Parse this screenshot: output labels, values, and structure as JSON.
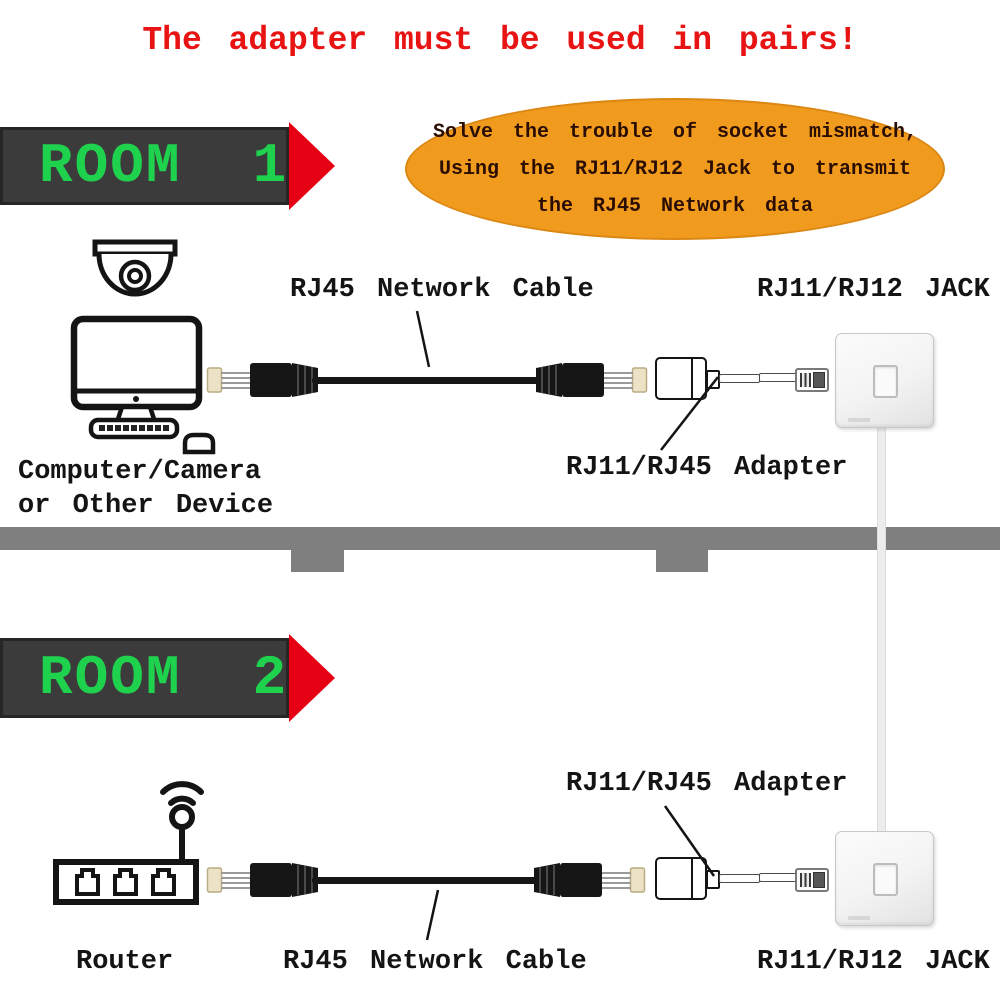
{
  "title": "The adapter must be used in pairs!",
  "bubble": {
    "line1": "Solve the trouble of socket mismatch,",
    "line2": "Using the RJ11/RJ12 Jack to transmit",
    "line3": "the RJ45 Network data"
  },
  "room1": {
    "label": "ROOM  1",
    "device_line1": "Computer/Camera",
    "device_line2": "or Other Device",
    "cable_label": "RJ45 Network Cable",
    "jack_label": "RJ11/RJ12 JACK",
    "adapter_label": "RJ11/RJ45 Adapter"
  },
  "room2": {
    "label": "ROOM  2",
    "device_label": "Router",
    "cable_label": "RJ45 Network Cable",
    "jack_label": "RJ11/RJ12 JACK",
    "adapter_label": "RJ11/RJ45 Adapter"
  },
  "icons": {
    "camera": "dome-camera-icon",
    "computer": "desktop-computer-icon",
    "router": "wifi-router-icon",
    "rj45_connector": "rj45-connector-icon",
    "rj11_plug": "rj11-plug-icon",
    "adapter": "rj11-rj45-adapter-icon",
    "wall_jack": "wall-jack-plate-icon",
    "arrow": "right-arrow-icon"
  },
  "colors": {
    "title_red": "#e81414",
    "banner_bg": "#3b3b3b",
    "banner_green": "#1fd24e",
    "arrow_red": "#e60013",
    "bubble_fill": "#f09a1e",
    "bubble_border": "#db8714",
    "bubble_text": "#2b0e03",
    "divider_gray": "#7f7f7f",
    "line_black": "#141414"
  }
}
